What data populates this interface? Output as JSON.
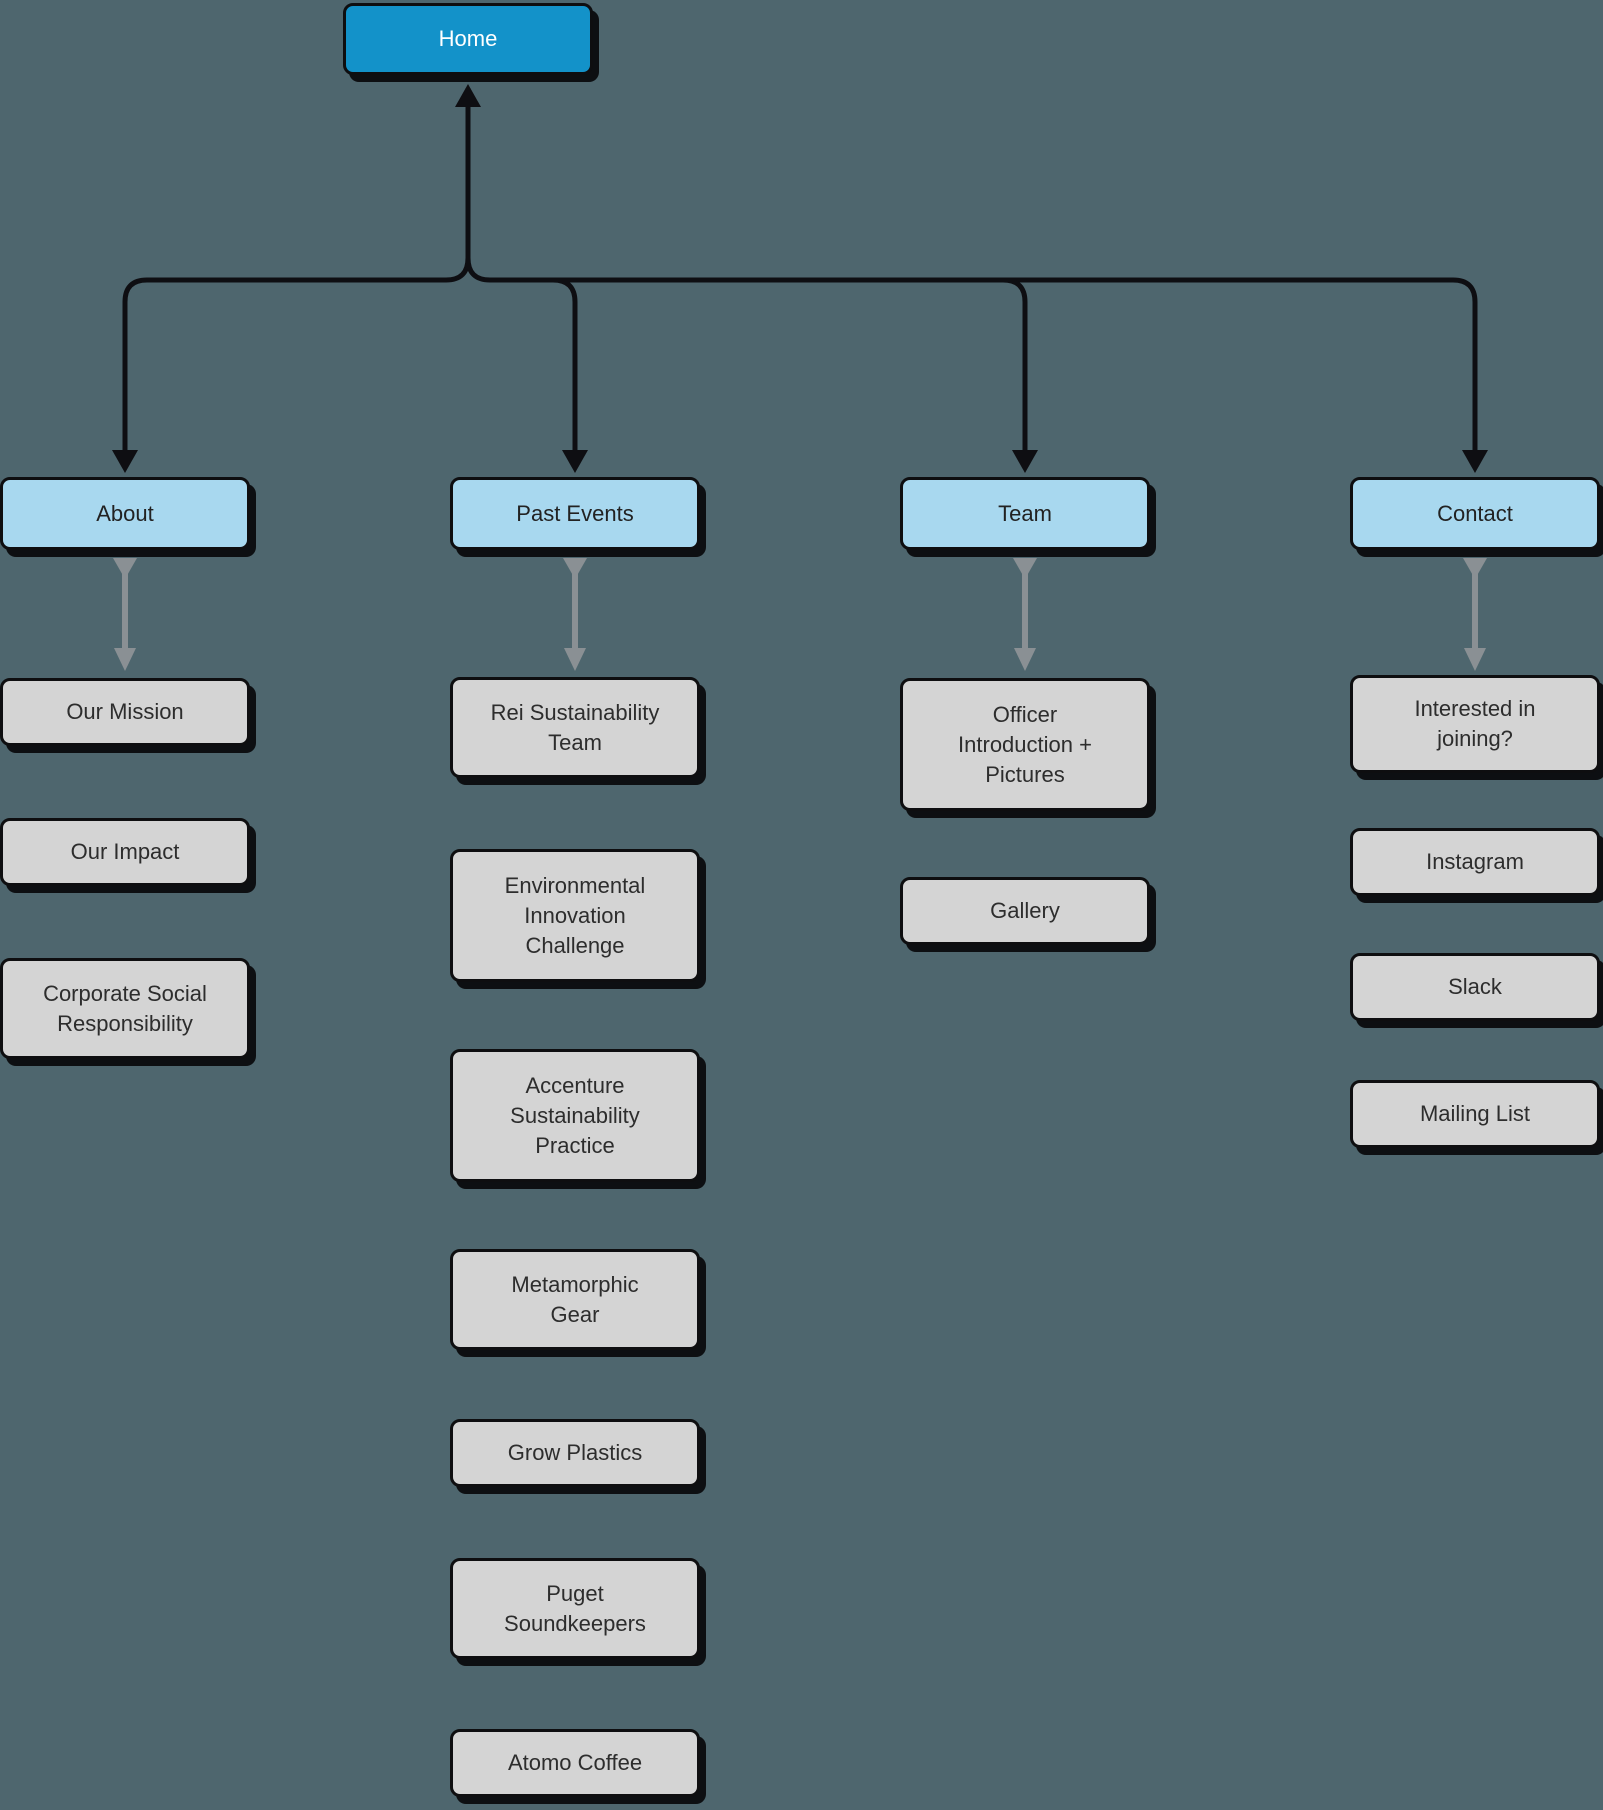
{
  "background_color": "#4e666e",
  "colors": {
    "root_fill": "#1392c9",
    "root_text": "#ffffff",
    "section_fill": "#a8d8ef",
    "page_fill": "#d4d4d4",
    "node_border": "#0e0e10",
    "node_text": "#2d2d2d",
    "tree_connector": "#0e0e12",
    "child_connector": "#8a9094"
  },
  "nodes": {
    "root": {
      "label": "Home"
    },
    "sections": [
      {
        "label": "About",
        "children": [
          "Our Mission",
          "Our Impact",
          "Corporate Social\nResponsibility"
        ]
      },
      {
        "label": "Past Events",
        "children": [
          "Rei Sustainability\nTeam",
          "Environmental\nInnovation\nChallenge",
          "Accenture\nSustainability\nPractice",
          "Metamorphic\nGear",
          "Grow Plastics",
          "Puget\nSoundkeepers",
          "Atomo Coffee"
        ]
      },
      {
        "label": "Team",
        "children": [
          "Officer\nIntroduction +\nPictures",
          "Gallery"
        ]
      },
      {
        "label": "Contact",
        "children": [
          "Interested in\njoining?",
          "Instagram",
          "Slack",
          "Mailing List"
        ]
      }
    ]
  }
}
